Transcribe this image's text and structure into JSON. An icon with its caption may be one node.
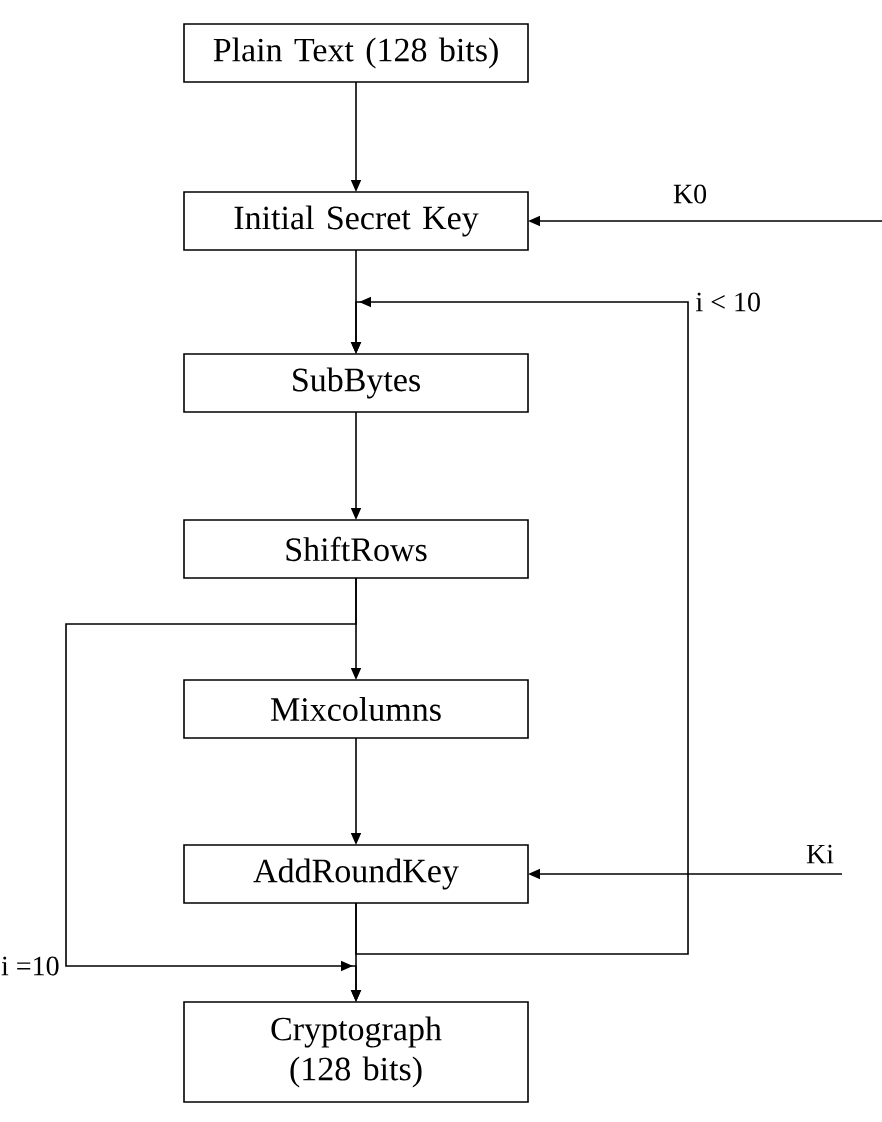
{
  "diagram": {
    "nodes": [
      {
        "text": [
          "Plain Text (128 bits)"
        ]
      },
      {
        "text": [
          "Initial Secret Key"
        ]
      },
      {
        "text": [
          "SubBytes"
        ]
      },
      {
        "text": [
          "ShiftRows"
        ]
      },
      {
        "text": [
          "Mixcolumns"
        ]
      },
      {
        "text": [
          "AddRoundKey"
        ]
      },
      {
        "text": [
          "Cryptograph (128 bits)"
        ]
      }
    ],
    "edges": [
      {
        "from": 0,
        "to": 1,
        "arrow": "to"
      },
      {
        "from": null,
        "to": 1,
        "arrow": "to",
        "label": "K0"
      },
      {
        "from": 1,
        "to": 2,
        "arrow": "to"
      },
      {
        "from": 5,
        "to": 2,
        "arrow": "to",
        "label": "i < 10"
      },
      {
        "from": 2,
        "to": 3,
        "arrow": "to"
      },
      {
        "from": 3,
        "to": 4,
        "arrow": "to"
      },
      {
        "from": 3,
        "to": 6,
        "arrow": "to",
        "label": "i =10"
      },
      {
        "from": 4,
        "to": 5,
        "arrow": "to"
      },
      {
        "from": null,
        "to": 5,
        "arrow": "to",
        "label": "Ki"
      },
      {
        "from": 5,
        "to": 6,
        "arrow": "to"
      }
    ]
  }
}
